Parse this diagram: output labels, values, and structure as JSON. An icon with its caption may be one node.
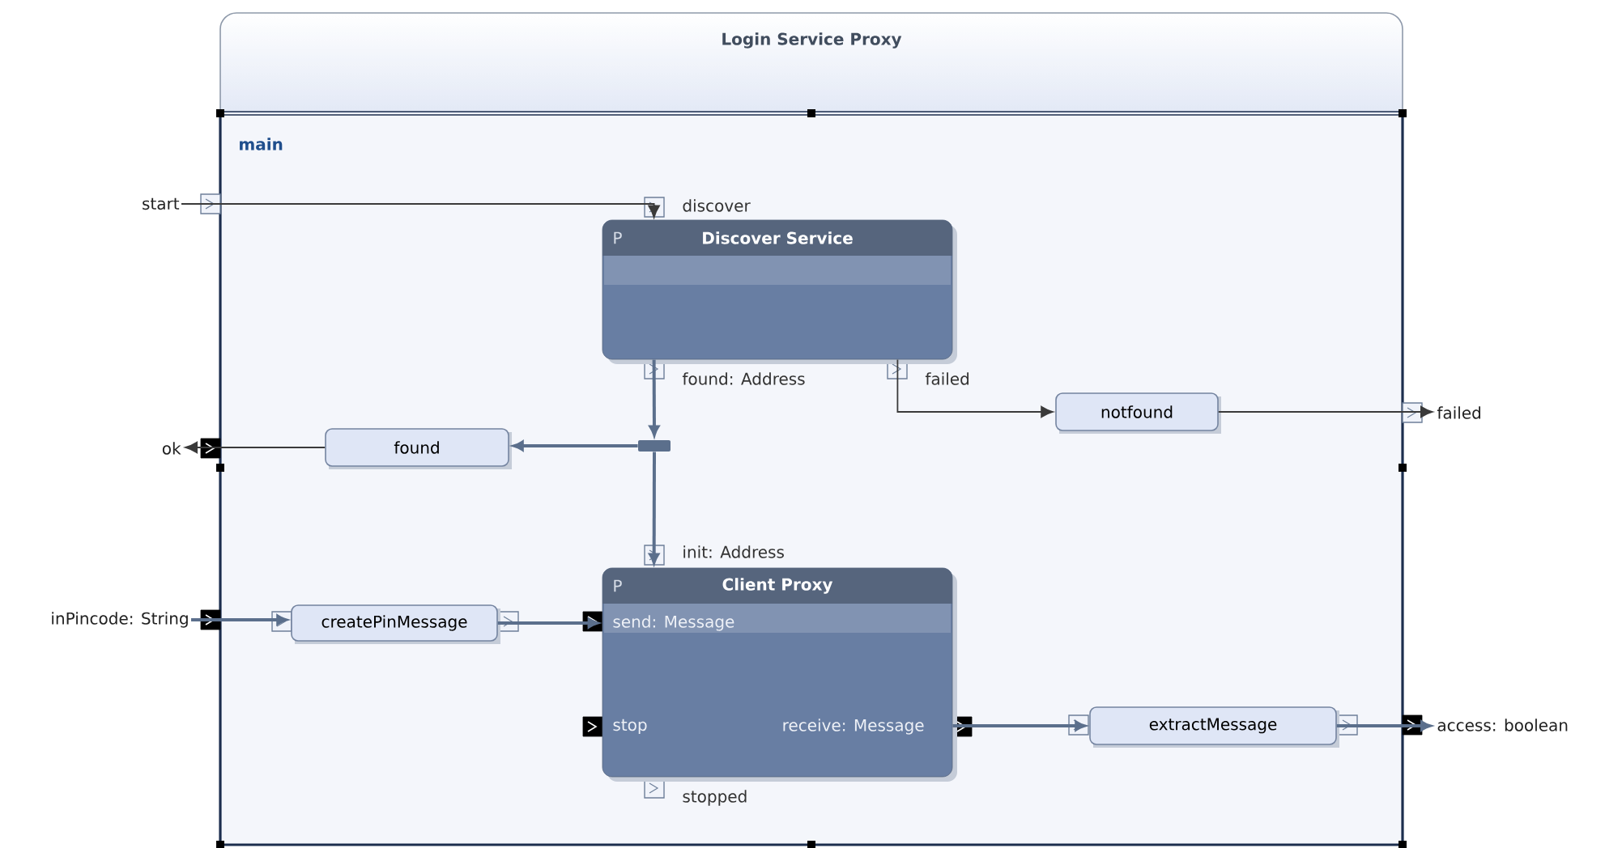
{
  "diagram": {
    "nodes": [
      {
        "text": [
          "Login Service Proxy",
          "main"
        ]
      },
      {
        "text": [
          "start"
        ]
      },
      {
        "text": [
          "P",
          "Discover Service"
        ],
        "in": 0,
        "beside": [
          "discover",
          "found: Address",
          "failed"
        ]
      },
      {
        "text": [
          "ok"
        ]
      },
      {
        "text": [
          "found"
        ],
        "in": 0
      },
      {
        "text": [],
        "shape": "bar",
        "in": 0
      },
      {
        "text": [
          "notfound"
        ],
        "in": 0
      },
      {
        "text": [
          "failed"
        ]
      },
      {
        "text": [
          "inPincode: String"
        ]
      },
      {
        "text": [
          "createPinMessage"
        ],
        "in": 0
      },
      {
        "text": [
          "P",
          "Client Proxy",
          "send: Message",
          "stop",
          "receive: Message"
        ],
        "in": 0,
        "beside": [
          "init: Address",
          "stopped"
        ]
      },
      {
        "text": [
          "extractMessage"
        ],
        "in": 0
      },
      {
        "text": [
          "access: boolean"
        ]
      }
    ],
    "edges": [
      {
        "from": 1,
        "to": 2,
        "arrow": "to",
        "color": "#3a3a3a"
      },
      {
        "from": 2,
        "to": 5,
        "arrow": "to"
      },
      {
        "from": 5,
        "to": 4,
        "arrow": "to"
      },
      {
        "from": 4,
        "to": 3,
        "arrow": "to",
        "color": "#3a3a3a"
      },
      {
        "from": 5,
        "to": 10,
        "arrow": "to"
      },
      {
        "from": 2,
        "to": 6,
        "arrow": "to",
        "color": "#3a3a3a"
      },
      {
        "from": 6,
        "to": 7,
        "arrow": "to",
        "color": "#3a3a3a"
      },
      {
        "from": 8,
        "to": 9,
        "arrow": "to"
      },
      {
        "from": 9,
        "to": 10,
        "arrow": "to"
      },
      {
        "from": 10,
        "to": 11,
        "arrow": "to"
      },
      {
        "from": 11,
        "to": 12,
        "arrow": "to"
      }
    ]
  }
}
